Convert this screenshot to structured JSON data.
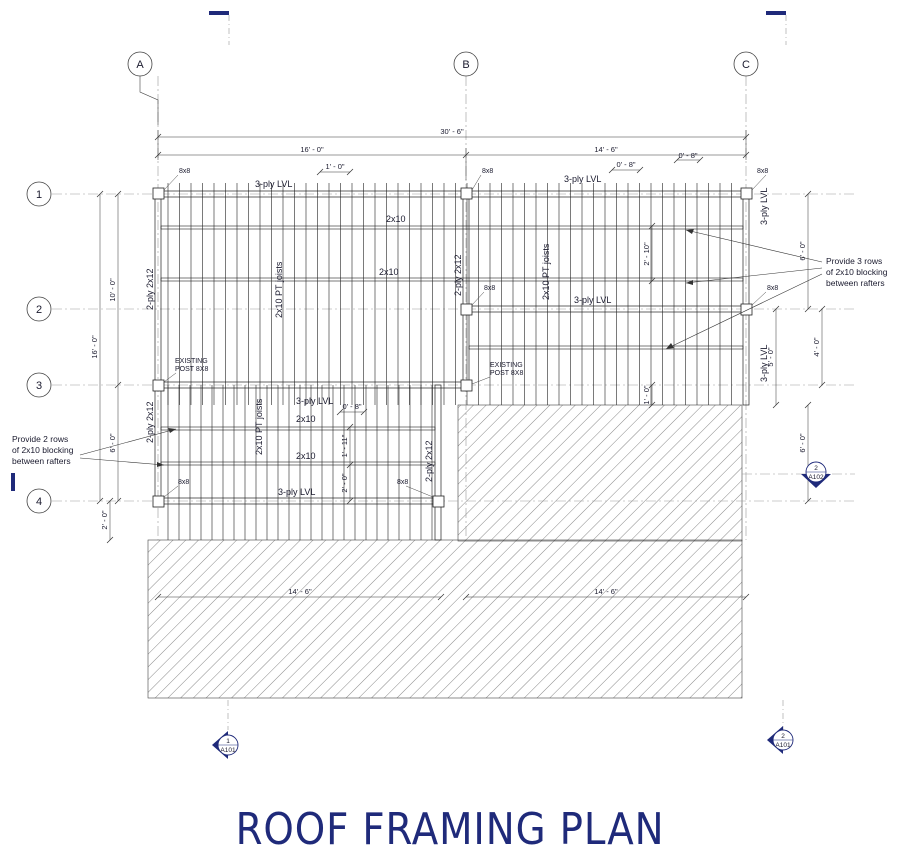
{
  "title": "ROOF FRAMING PLAN",
  "colors": {
    "line": "#1a1a2e",
    "title": "#1f2a7a",
    "mark": "#1f2a7a",
    "grid": "#9a9a9a"
  },
  "grid_columns": [
    "A",
    "B",
    "C"
  ],
  "grid_rows": [
    "1",
    "2",
    "3",
    "4"
  ],
  "dimensions": {
    "overall": "30' - 6\"",
    "top_left": "16' - 0\"",
    "top_right": "14' - 6\"",
    "spacing_a": "1' - 0\"",
    "spacing_b": "0' - 8\"",
    "spacing_c": "0' - 8\"",
    "left_rows_12": "10' - 0\"",
    "left_total": "16' - 0\"",
    "left_rows_34": "6' - 0\"",
    "left_overhang": "2' - 0\"",
    "block_upper": "2' - 10\"",
    "block_lower": "1' - 11\"",
    "lower_bay": "2' - 0\"",
    "lower_spacing": "0' - 8\"",
    "step": "1' - 0\"",
    "right_top": "6' - 0\"",
    "right_mid": "4' - 0\"",
    "right_mid2": "5' - 0\"",
    "right_low": "6' - 0\"",
    "bottom_left": "14' - 6\"",
    "bottom_right": "14' - 6\""
  },
  "labels": {
    "lvl": "3-ply LVL",
    "joist_2x10": "2x10",
    "pt_joists": "2x10 PT joists",
    "ply_2x12": "2-ply 2x12",
    "post": "8x8",
    "existing_post_line1": "EXISTING",
    "existing_post_line2": "POST 8X8"
  },
  "notes": {
    "right": [
      "Provide 3 rows",
      "of 2x10 blocking",
      "between rafters"
    ],
    "left": [
      "Provide 2 rows",
      "of 2x10 blocking",
      "between rafters"
    ]
  },
  "section_marks": [
    {
      "number": "1",
      "sheet": "A101"
    },
    {
      "number": "2",
      "sheet": "A101"
    },
    {
      "number": "2",
      "sheet": "A102"
    }
  ]
}
